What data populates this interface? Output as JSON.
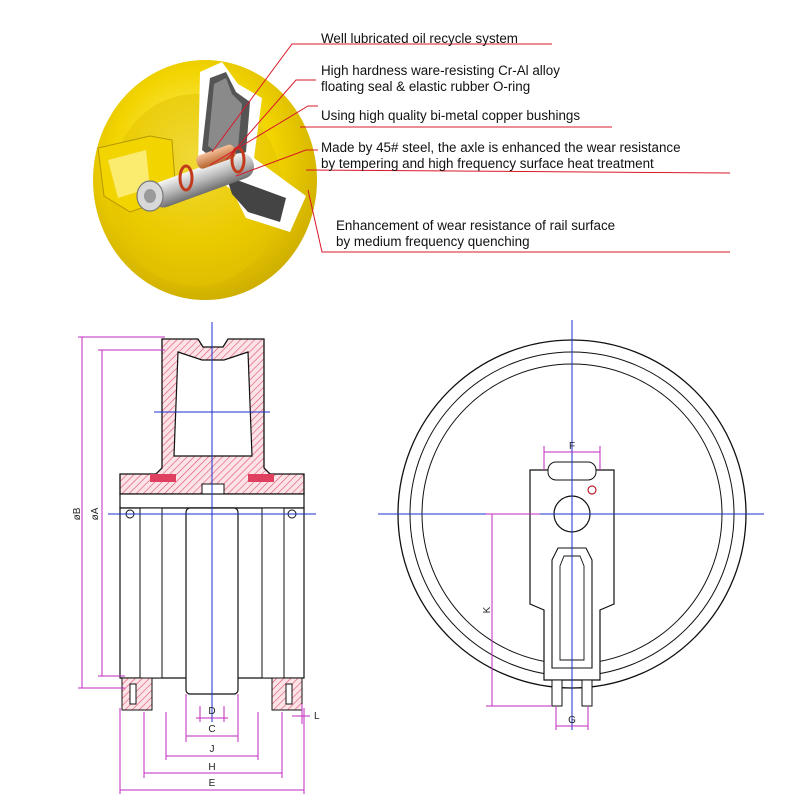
{
  "callouts": [
    {
      "lines": [
        "Well lubricated oil recycle system"
      ]
    },
    {
      "lines": [
        "High hardness ware-resisting Cr-Al alloy",
        "floating seal & elastic rubber O-ring"
      ]
    },
    {
      "lines": [
        "Using high quality bi-metal copper bushings"
      ]
    },
    {
      "lines": [
        "Made by 45# steel, the axle is enhanced the wear resistance",
        "by tempering and high frequency surface heat treatment"
      ]
    },
    {
      "lines": [
        "Enhancement of wear resistance of rail surface",
        "by medium frequency quenching"
      ]
    }
  ],
  "dimensions": {
    "left_view": {
      "B": "øB",
      "A": "øA",
      "D": "D",
      "C": "C",
      "J": "J",
      "H": "H",
      "E": "E",
      "L": "L"
    },
    "right_view": {
      "F": "F",
      "K": "K",
      "G": "G"
    }
  },
  "colors": {
    "wheel_yellow": "#f2d400",
    "dimension_magenta": "#c02ac0",
    "centerline_blue": "#1a2fd0",
    "section_hatch": "#e0506a",
    "leader_red": "#d8182a"
  }
}
